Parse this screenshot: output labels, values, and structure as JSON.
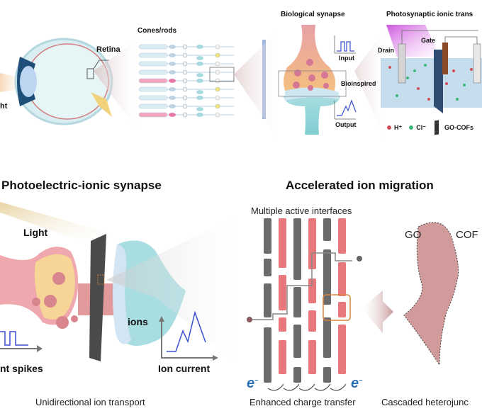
{
  "top": {
    "light_label": "ht",
    "retina_label": "Retina",
    "cones_label": "Cones/rods",
    "bio_synapse_title": "Biological synapse",
    "input_label": "Input",
    "output_label": "Output",
    "bioinspired_label": "Bioinspired",
    "photo_title": "Photosynaptic ionic trans",
    "drain_label": "Drain",
    "gate_label": "Gate",
    "legend": {
      "h_label": "H⁺",
      "cl_label": "Cl⁻",
      "gocof_label": "GO-COFs",
      "h_color": "#d0505a",
      "cl_color": "#3cb878"
    }
  },
  "bottom_left": {
    "title": "Photoelectric-ionic synapse",
    "light_label": "Light",
    "ions_label": "ions",
    "spikes_label": "nt spikes",
    "ion_current_label": "Ion current",
    "caption": "Unidirectional ion transport"
  },
  "bottom_right": {
    "title": "Accelerated ion migration",
    "interfaces_label": "Multiple active interfaces",
    "electron_left": "e",
    "electron_right": "e",
    "electron_sup": "−",
    "go_label": "GO",
    "cof_label": "COF",
    "caption_charge": "Enhanced charge transfer",
    "caption_hetero": "Cascaded heterojunc"
  },
  "colors": {
    "pink": "#e8787c",
    "gray": "#6b6b6b",
    "blue_signal": "#3a4fd0",
    "electron_blue": "#2a6fb5",
    "orange_box": "#d9863a"
  }
}
